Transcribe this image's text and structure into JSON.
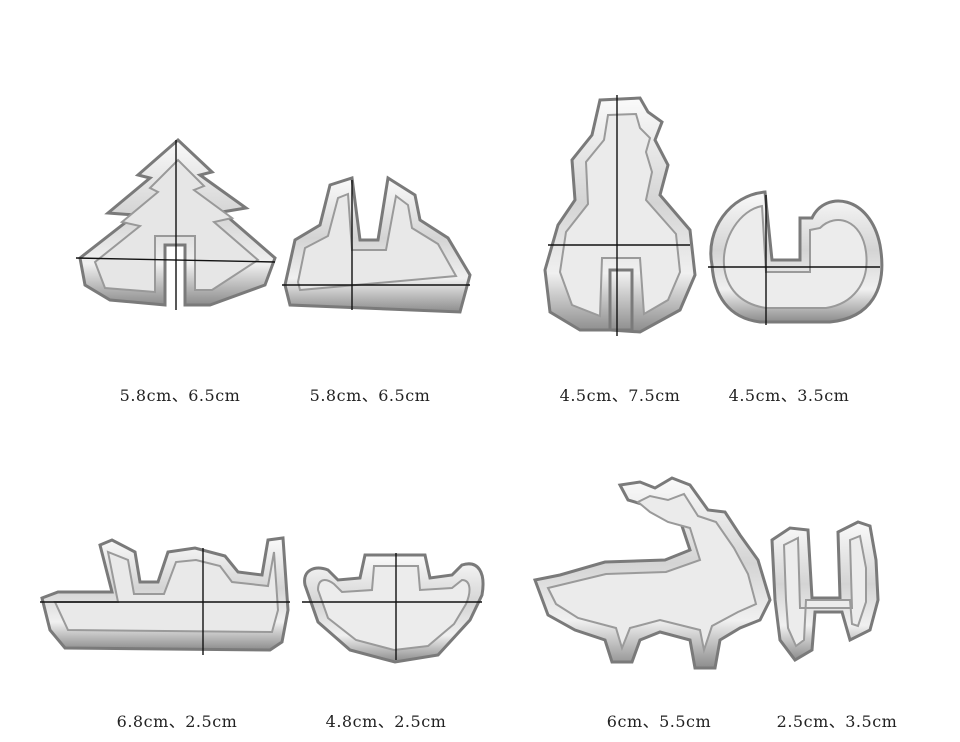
{
  "captions": [
    "5.8cm、6.5cm",
    "5.8cm、6.5cm",
    "4.5cm、7.5cm",
    "4.5cm、3.5cm",
    "6.8cm、2.5cm",
    "4.8cm、2.5cm",
    "6cm、5.5cm",
    "2.5cm、3.5cm"
  ],
  "colors": {
    "metal_light": "#f2f2f2",
    "metal_mid": "#c8c8c8",
    "metal_dark": "#7a7a7a",
    "line": "#111111"
  }
}
